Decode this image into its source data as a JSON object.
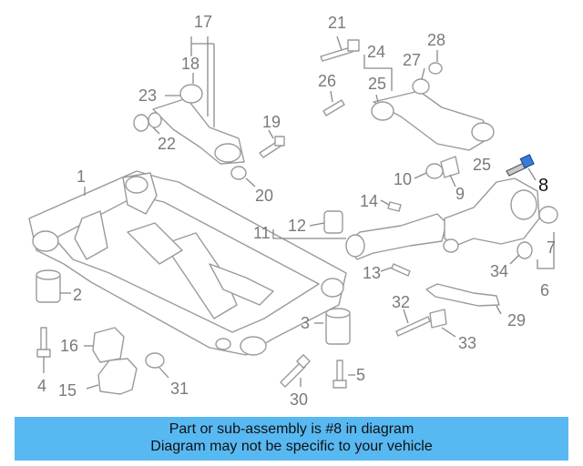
{
  "diagram": {
    "highlighted_part": "8",
    "highlight_color": "#3a7bd5",
    "callouts": {
      "c1": "1",
      "c2": "2",
      "c3": "3",
      "c4": "4",
      "c5": "5",
      "c6": "6",
      "c7": "7",
      "c8": "8",
      "c9": "9",
      "c10": "10",
      "c11": "11",
      "c12": "12",
      "c13": "13",
      "c14": "14",
      "c15": "15",
      "c16": "16",
      "c17": "17",
      "c18": "18",
      "c19": "19",
      "c20": "20",
      "c21": "21",
      "c22": "22",
      "c23": "23",
      "c24": "24",
      "c25": "25",
      "c25b": "25",
      "c26": "26",
      "c27": "27",
      "c28": "28",
      "c29": "29",
      "c30": "30",
      "c31": "31",
      "c32": "32",
      "c33": "33",
      "c34": "34"
    }
  },
  "banner": {
    "line1": "Part or sub-assembly is #8 in diagram",
    "line2": "Diagram may not be specific to your vehicle",
    "background": "#58b9f2"
  }
}
